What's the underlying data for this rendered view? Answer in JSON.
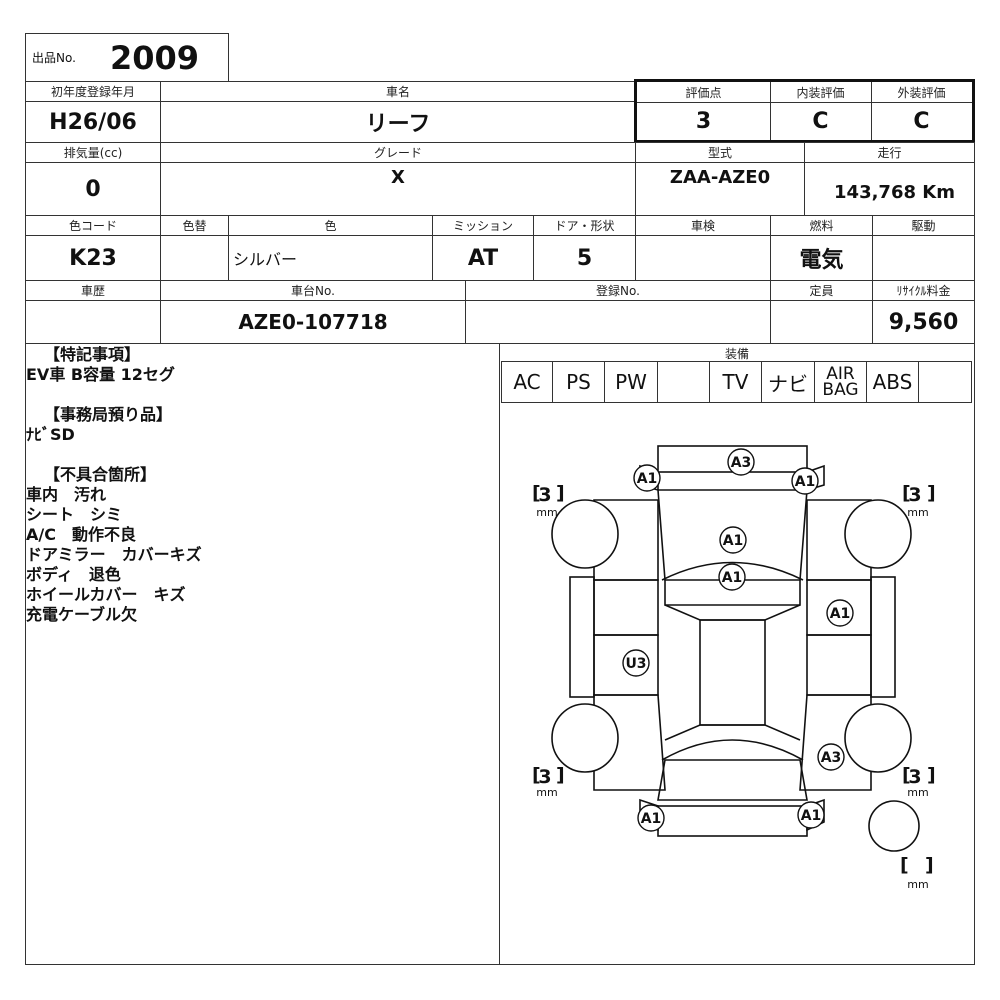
{
  "lot": {
    "label": "出品No.",
    "number": "2009"
  },
  "row1": {
    "first_reg_label": "初年度登録年月",
    "first_reg": "H26/06",
    "car_name_label": "車名",
    "car_name": "リーフ",
    "score_label": "評価点",
    "score": "3",
    "interior_label": "内装評価",
    "interior": "C",
    "exterior_label": "外装評価",
    "exterior": "C"
  },
  "row2": {
    "displacement_label": "排気量(cc)",
    "displacement": "0",
    "grade_label": "グレード",
    "grade": "X",
    "model_label": "型式",
    "model": "ZAA-AZE0",
    "mileage_label": "走行",
    "mileage": "143,768 Km"
  },
  "row3": {
    "color_code_label": "色コード",
    "color_code": "K23",
    "repaint_label": "色替",
    "repaint": "",
    "color_label": "色",
    "color": "シルバー",
    "mission_label": "ミッション",
    "mission": "AT",
    "door_label": "ドア・形状",
    "door": "5",
    "inspection_label": "車検",
    "inspection": "",
    "fuel_label": "燃料",
    "fuel": "電気",
    "drive_label": "駆動",
    "drive": ""
  },
  "row4": {
    "history_label": "車歴",
    "history": "",
    "chassis_label": "車台No.",
    "chassis": "AZE0-107718",
    "reg_label": "登録No.",
    "reg": "",
    "capacity_label": "定員",
    "capacity": "",
    "recycle_label": "ﾘｻｲｸﾙ料金",
    "recycle": "9,560"
  },
  "notes": {
    "special_heading": "【特記事項】",
    "special_lines": [
      "EV車 B容量 12セグ"
    ],
    "office_heading": "【事務局預り品】",
    "office_lines": [
      "ﾅﾋﾞSD"
    ],
    "defects_heading": "【不具合箇所】",
    "defect_lines": [
      "車内　汚れ",
      "シート　シミ",
      "A/C　動作不良",
      "ドアミラー　カバーキズ",
      "ボディ　退色",
      "ホイールカバー　キズ",
      "充電ケーブル欠"
    ]
  },
  "equipment": {
    "label": "装備",
    "items": [
      "AC",
      "PS",
      "PW",
      "",
      "TV",
      "ナビ",
      "AIR BAG",
      "ABS",
      ""
    ]
  },
  "diagram": {
    "marks": [
      {
        "code": "A3",
        "part": "front-bumper"
      },
      {
        "code": "A1",
        "part": "front-left-corner"
      },
      {
        "code": "A1",
        "part": "front-right-corner"
      },
      {
        "code": "A1",
        "part": "hood-upper"
      },
      {
        "code": "A1",
        "part": "hood-lower"
      },
      {
        "code": "A1",
        "part": "right-front-door"
      },
      {
        "code": "U3",
        "part": "left-rear-door"
      },
      {
        "code": "A3",
        "part": "right-rear-fender"
      },
      {
        "code": "A1",
        "part": "rear-left-corner"
      },
      {
        "code": "A1",
        "part": "rear-right-corner"
      }
    ],
    "tire_depths": [
      "3",
      "3",
      "3",
      "3",
      ""
    ],
    "tire_unit": "mm"
  }
}
